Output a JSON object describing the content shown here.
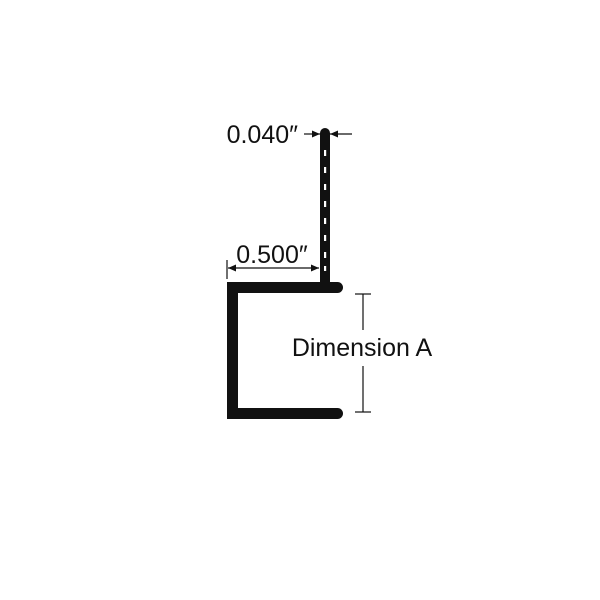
{
  "labels": {
    "thickness": "0.040″",
    "flange_width": "0.500″",
    "dimension_a": "Dimension A"
  },
  "colors": {
    "profile": "#111111",
    "background": "#ffffff",
    "serrations": "#ffffff"
  }
}
